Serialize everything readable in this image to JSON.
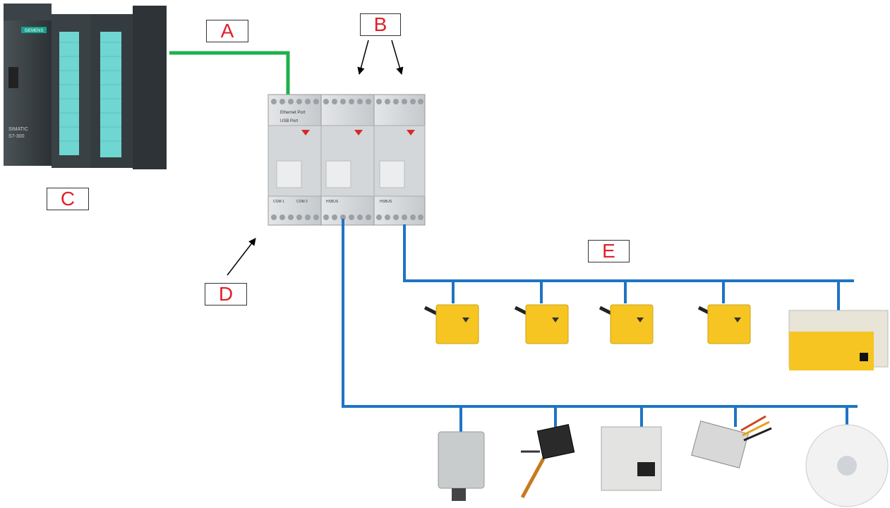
{
  "labels": {
    "a": "A",
    "b": "B",
    "c": "C",
    "d": "D",
    "e": "E"
  },
  "plc": {
    "brand": "SIEMENS",
    "model_line1": "SIMATIC",
    "model_line2": "S7-300"
  },
  "gateway": {
    "ethernet_port": "Ethernet Port",
    "usb_port": "USB Port",
    "com1": "COM 1",
    "com2": "COM 2",
    "busname": "HSBUS"
  },
  "colors": {
    "ethernet_line": "#1db14b",
    "bus_line": "#1f74c4",
    "label_text": "#e0202a",
    "sensor_yellow": "#f6c521"
  }
}
